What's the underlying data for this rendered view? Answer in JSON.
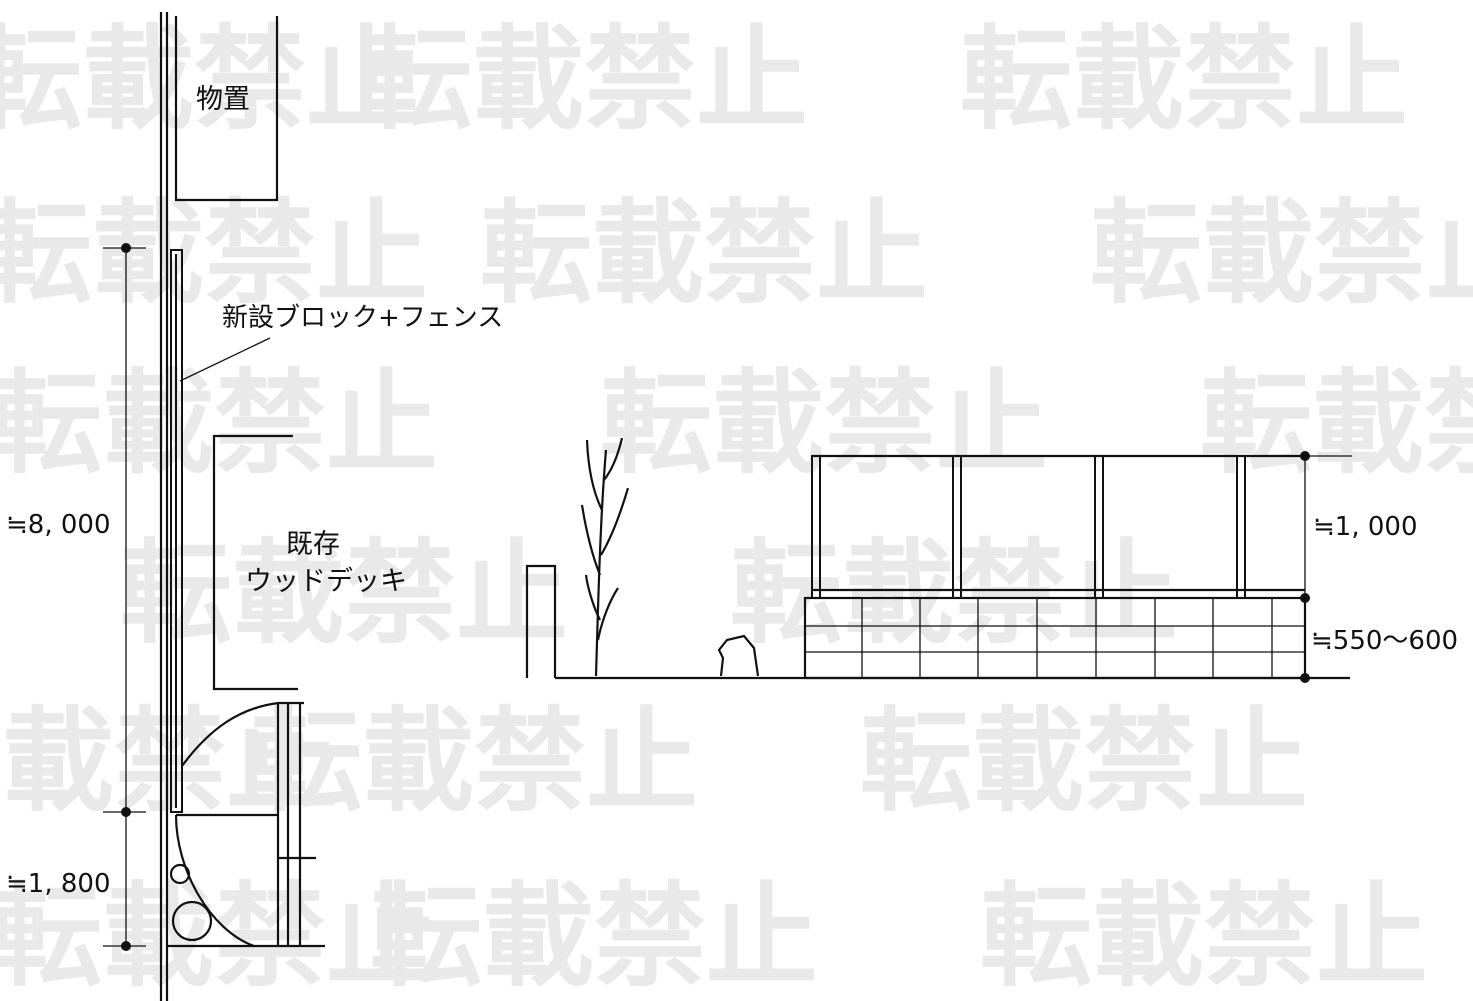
{
  "watermark": {
    "text": "転載禁止",
    "color": "#e9e9e9"
  },
  "plan": {
    "storage_label": "物置",
    "fence_label": "新設ブロック+フェンス",
    "deck_label_line1": "既存",
    "deck_label_line2": "ウッドデッキ",
    "dim_length": "≒8, 000",
    "dim_short": "≒1, 800"
  },
  "elevation": {
    "dim_fence_height": "≒1, 000",
    "dim_block_height": "≒550〜600"
  }
}
